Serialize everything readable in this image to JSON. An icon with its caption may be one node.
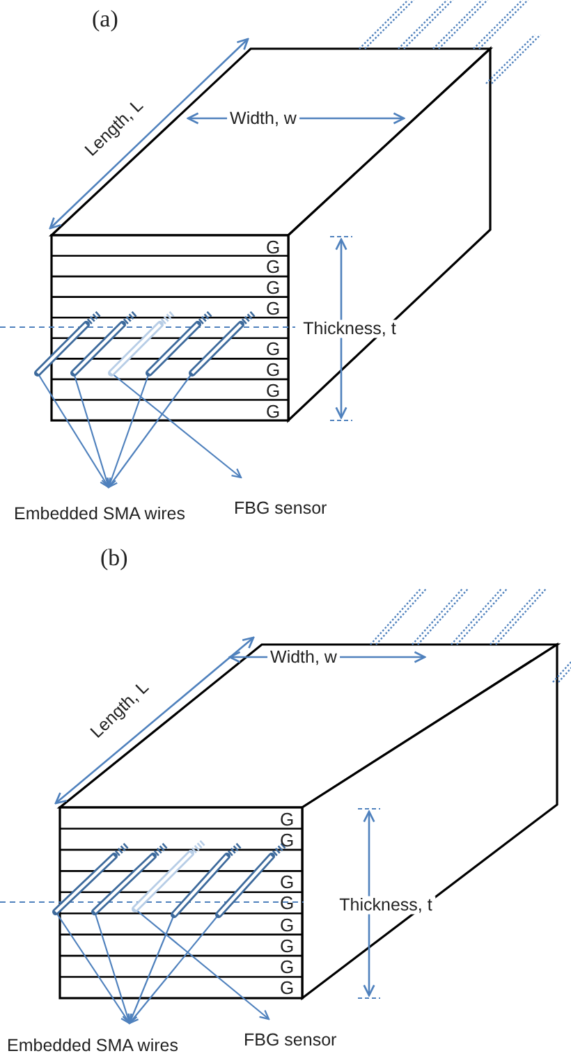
{
  "diagram": {
    "nodes": [
      {
        "text": [],
        "shape": "bar"
      },
      {
        "text": [],
        "shape": "bar"
      },
      {
        "text": [],
        "shape": "bar"
      },
      {
        "text": [],
        "shape": "bar"
      },
      {
        "text": [],
        "shape": "bar"
      },
      {
        "text": [
          "Embedded SMA wires"
        ]
      },
      {
        "text": [
          "FBG sensor"
        ]
      },
      {
        "text": [],
        "shape": "bar"
      },
      {
        "text": [],
        "shape": "bar"
      },
      {
        "text": [],
        "shape": "bar"
      },
      {
        "text": [],
        "shape": "bar"
      },
      {
        "text": [],
        "shape": "bar"
      },
      {
        "text": [
          "Embedded SMA wires"
        ]
      },
      {
        "text": [
          "FBG sensor"
        ]
      }
    ],
    "edges": [
      {
        "from": 0,
        "to": 5,
        "arrow": "to"
      },
      {
        "from": 1,
        "to": 5,
        "arrow": "to"
      },
      {
        "from": 3,
        "to": 5,
        "arrow": "to"
      },
      {
        "from": 4,
        "to": 5,
        "arrow": "to"
      },
      {
        "from": 2,
        "to": 6,
        "arrow": "to"
      },
      {
        "from": 7,
        "to": 12,
        "arrow": "to"
      },
      {
        "from": 8,
        "to": 12,
        "arrow": "to"
      },
      {
        "from": 10,
        "to": 12,
        "arrow": "to"
      },
      {
        "from": 11,
        "to": 12,
        "arrow": "to"
      },
      {
        "from": 9,
        "to": 13,
        "arrow": "to"
      }
    ],
    "labels": [
      "(a)",
      "Length, L",
      "Width, w",
      "Thickness, t",
      "G",
      "G",
      "G",
      "G",
      "G",
      "G",
      "G",
      "G",
      "(b)",
      "Length, L",
      "Width, w",
      "Thickness, t",
      "G",
      "G",
      "G",
      "G",
      "G",
      "G",
      "G",
      "G"
    ]
  }
}
